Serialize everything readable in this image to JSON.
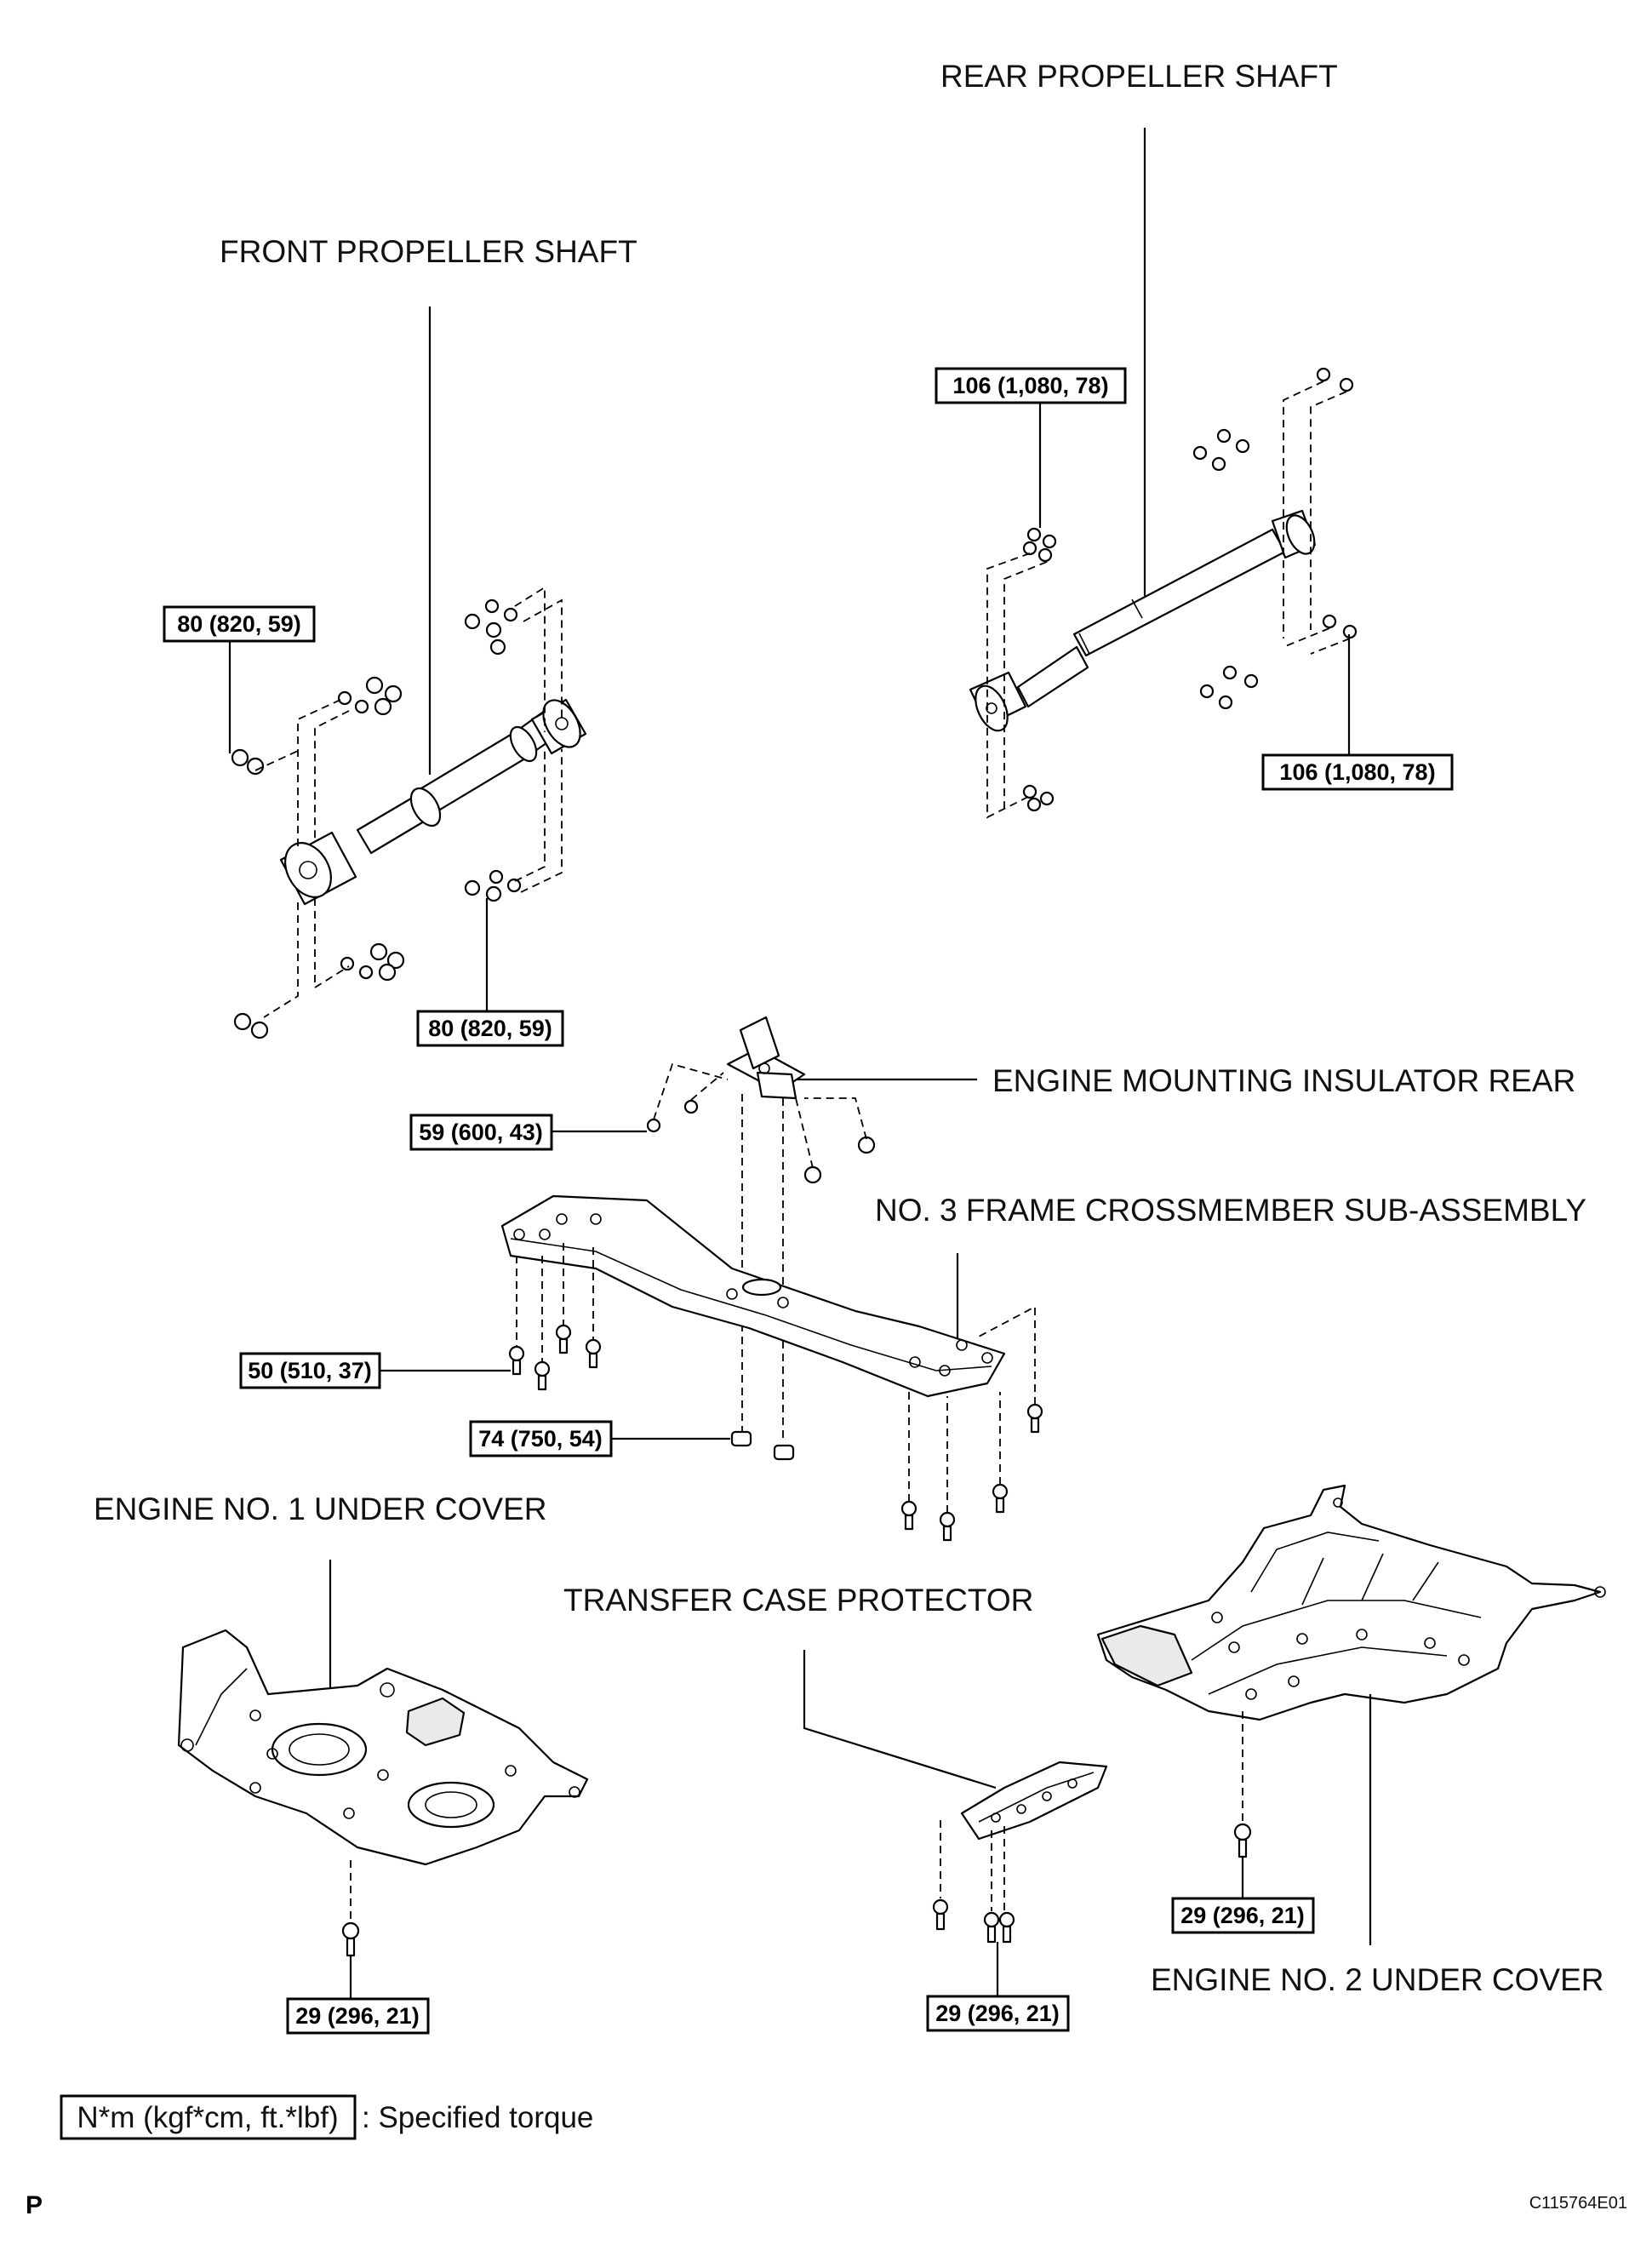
{
  "labels": {
    "rear_propeller_shaft": "REAR PROPELLER SHAFT",
    "front_propeller_shaft": "FRONT PROPELLER SHAFT",
    "engine_mounting_insulator_rear": "ENGINE MOUNTING INSULATOR REAR",
    "no3_frame_crossmember": "NO. 3 FRAME CROSSMEMBER SUB-ASSEMBLY",
    "engine_no1_under_cover": "ENGINE NO. 1 UNDER COVER",
    "transfer_case_protector": "TRANSFER CASE PROTECTOR",
    "engine_no2_under_cover": "ENGINE NO. 2 UNDER COVER"
  },
  "torques": {
    "rear_shaft_top": "106 (1,080, 78)",
    "rear_shaft_bottom": "106 (1,080, 78)",
    "front_shaft_left": "80 (820, 59)",
    "front_shaft_bottom": "80 (820, 59)",
    "insulator": "59 (600, 43)",
    "crossmember_bolts": "50 (510, 37)",
    "crossmember_nuts": "74 (750, 54)",
    "under_cover_1": "29 (296, 21)",
    "transfer_protector": "29 (296, 21)",
    "under_cover_2": "29 (296, 21)"
  },
  "legend": {
    "unit": "N*m (kgf*cm, ft.*lbf)",
    "description": ": Specified torque"
  },
  "footer": {
    "page_letter": "P",
    "figure_code": "C115764E01"
  }
}
